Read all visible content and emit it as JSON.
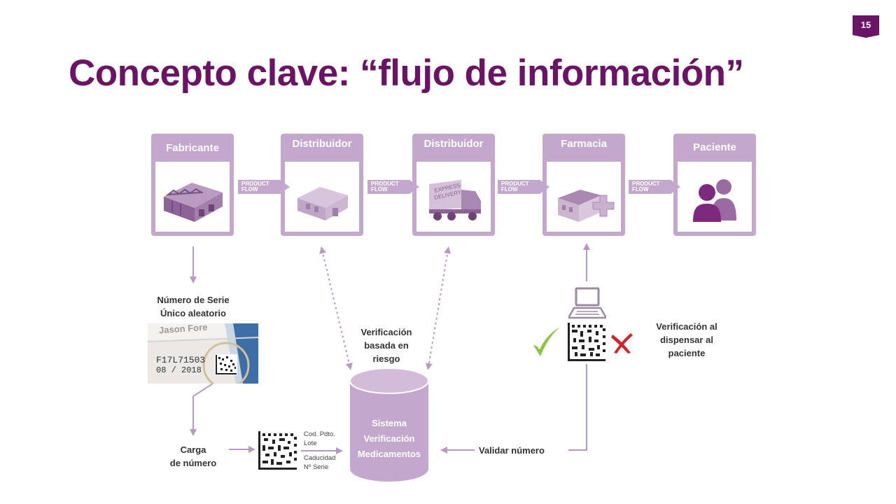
{
  "slide": {
    "title": "Concepto clave: “flujo de información”",
    "page_number": "15"
  },
  "colors": {
    "purple_dark": "#6b1466",
    "purple_light": "#c4a7cc",
    "purple_mid": "#9c6aa3",
    "check_green": "#8cc63f",
    "cross_red": "#d2232a"
  },
  "supply_chain": {
    "stages": [
      {
        "label": "Fabricante",
        "icon": "factory-icon"
      },
      {
        "label": "Distribuidor",
        "icon": "warehouse-icon"
      },
      {
        "label": "Distribuidor",
        "icon": "delivery-truck-icon"
      },
      {
        "label": "Farmacia",
        "icon": "pharmacy-icon"
      },
      {
        "label": "Paciente",
        "icon": "patients-icon"
      }
    ],
    "flow_arrow_line1": "PRODUCT",
    "flow_arrow_line2": "FLOW"
  },
  "left": {
    "serial_line1": "Número de Serie",
    "serial_line2": "Único aleatorio",
    "box_code": "F17L71503",
    "box_date": "08 / 2018",
    "box_brand": "Jason Fore",
    "carga_line1": "Carga",
    "carga_line2": "de número",
    "datamatrix_fields": [
      "Cod. Pdto.",
      "Lote",
      "Caducidad",
      "Nº Serie"
    ]
  },
  "center": {
    "risk_line1": "Verificación",
    "risk_line2": "basada en",
    "risk_line3": "riesgo",
    "database_line1": "Sistema",
    "database_line2": "Verificación",
    "database_line3": "Medicamentos"
  },
  "right": {
    "dispense_line1": "Verificación al",
    "dispense_line2": "dispensar al",
    "dispense_line3": "paciente",
    "validate_label": "Validar número"
  }
}
